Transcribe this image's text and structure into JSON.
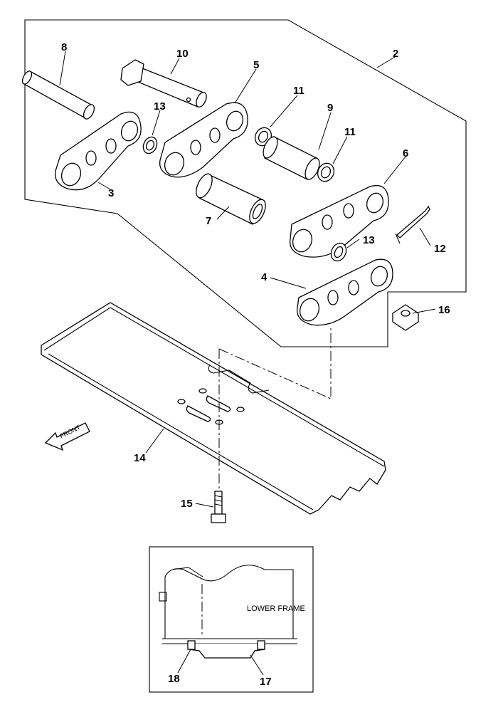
{
  "callouts": {
    "c2": "2",
    "c3": "3",
    "c4": "4",
    "c5": "5",
    "c6": "6",
    "c7": "7",
    "c8": "8",
    "c9": "9",
    "c10": "10",
    "c11a": "11",
    "c11b": "11",
    "c12": "12",
    "c13a": "13",
    "c13b": "13",
    "c14": "14",
    "c15": "15",
    "c16": "16",
    "c17": "17",
    "c18": "18"
  },
  "labels": {
    "front": "FRONT",
    "lower_frame": "LOWER FRAME"
  }
}
